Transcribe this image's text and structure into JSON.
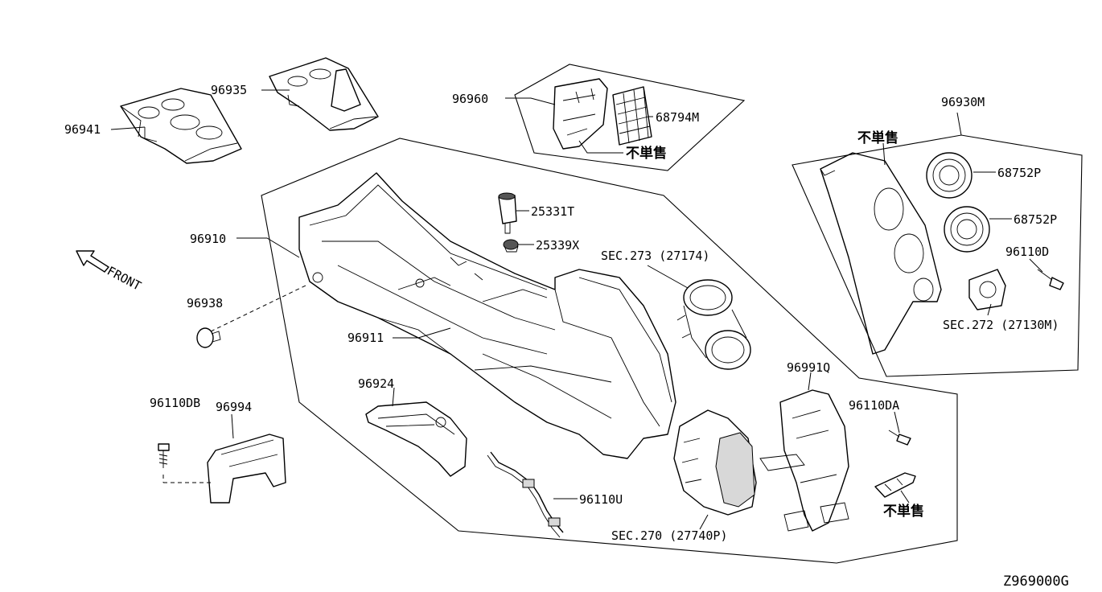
{
  "labels": {
    "p96941": "96941",
    "p96935": "96935",
    "p96960": "96960",
    "p68794m": "68794M",
    "not_sold_96960": "不単售",
    "p96930m": "96930M",
    "not_sold_96930m": "不単售",
    "p68752p_a": "68752P",
    "p68752p_b": "68752P",
    "p96110d": "96110D",
    "sec272": "SEC.272 (27130M)",
    "p25331t": "25331T",
    "p25339x": "25339X",
    "sec273": "SEC.273 (27174)",
    "p96910": "96910",
    "front": "FRONT",
    "p96938": "96938",
    "p96911": "96911",
    "p96924": "96924",
    "p96110db": "96110DB",
    "p96994": "96994",
    "p96110u": "96110U",
    "sec270": "SEC.270 (27740P)",
    "p96991q": "96991Q",
    "p96110da": "96110DA",
    "not_sold_96991q": "不単售",
    "diagram_code": "Z969000G"
  }
}
